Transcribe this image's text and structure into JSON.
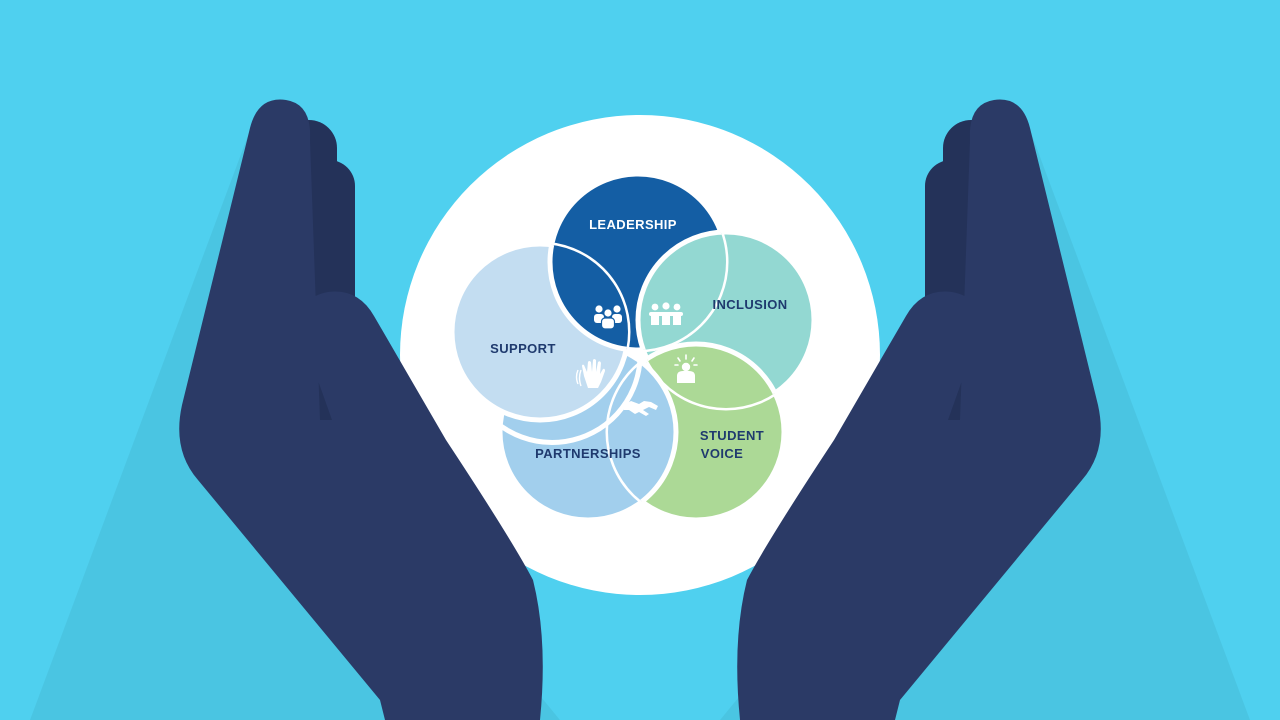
{
  "background_color": "#4fd0ef",
  "hands_color": "#2b3a66",
  "hands_shadow_color": "#243259",
  "disc_color": "#ffffff",
  "segments": [
    {
      "id": "leadership",
      "label": "LEADERSHIP",
      "icon": "group-icon",
      "fill": "#145ea4",
      "text_color": "#ffffff"
    },
    {
      "id": "inclusion",
      "label": "INCLUSION",
      "icon": "team-embrace-icon",
      "fill": "#93d8d2",
      "text_color": "#1f3a6e"
    },
    {
      "id": "student_voice",
      "label_lines": [
        "STUDENT",
        "VOICE"
      ],
      "icon": "idea-person-icon",
      "fill": "#acd996",
      "text_color": "#1f3a6e"
    },
    {
      "id": "partnerships",
      "label": "PARTNERSHIPS",
      "icon": "handshake-icon",
      "fill": "#a2cfed",
      "text_color": "#1f3a6e"
    },
    {
      "id": "support",
      "label": "SUPPORT",
      "icon": "helping-hands-icon",
      "fill": "#c3ddf1",
      "text_color": "#1f3a6e"
    }
  ]
}
